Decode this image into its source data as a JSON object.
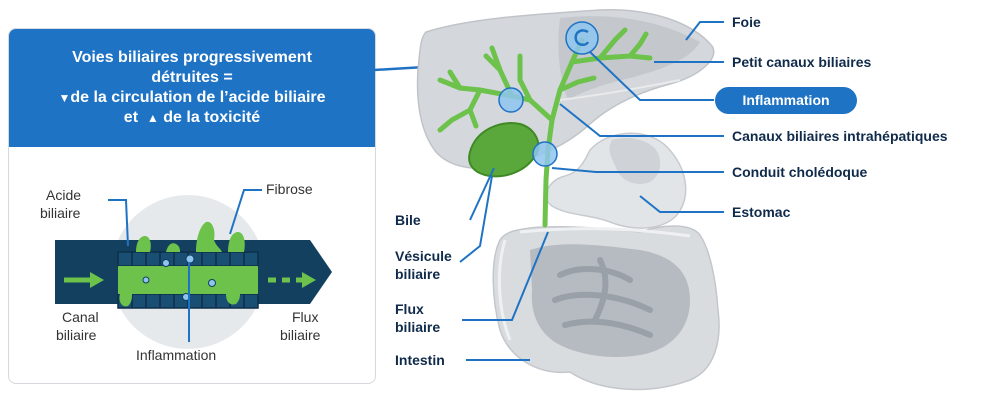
{
  "panel": {
    "title_line1": "Voies biliaires progressivement",
    "title_line2": "détruites =",
    "title_line3_symbol": "▼",
    "title_line3": "de la circulation de l’acide biliaire",
    "title_line4_prefix": "et",
    "title_line4_symbol": "▲",
    "title_line4": "de la toxicité"
  },
  "detail": {
    "acide_line1": "Acide",
    "acide_line2": "biliaire",
    "fibrose": "Fibrose",
    "canal_line1": "Canal",
    "canal_line2": "biliaire",
    "flux_line1": "Flux",
    "flux_line2": "biliaire",
    "inflammation": "Inflammation"
  },
  "anatomy": {
    "foie": "Foie",
    "petit_canaux": "Petit canaux biliaires",
    "inflammation": "Inflammation",
    "canaux_intra": "Canaux biliaires intrahépatiques",
    "conduit": "Conduit cholédoque",
    "estomac": "Estomac",
    "bile": "Bile",
    "vesicule_line1": "Vésicule",
    "vesicule_line2": "biliaire",
    "flux_line1": "Flux",
    "flux_line2": "biliaire",
    "intestin": "Intestin"
  },
  "colors": {
    "header_blue": "#1f73c4",
    "duct_dark": "#13405f",
    "bile_green": "#6cc24a",
    "highlight_blue": "#8ec5ee",
    "organ_gray": "#d6d9dd",
    "label_navy": "#0f2a4a"
  }
}
